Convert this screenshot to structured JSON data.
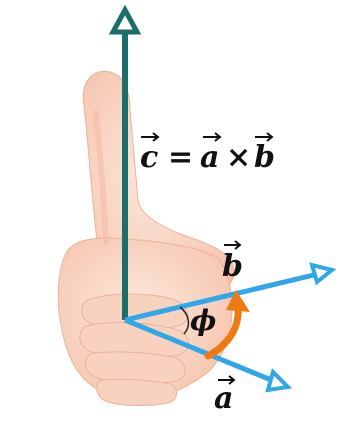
{
  "diagram": {
    "equation": {
      "c": "c",
      "eq": "=",
      "a": "a",
      "times": "×",
      "b": "b"
    },
    "vector_a_label": "a",
    "vector_b_label": "b",
    "angle_label": "ϕ"
  },
  "colors": {
    "vector_c": "#1b6e6a",
    "vector_a_b": "#2fa7e8",
    "rotation_arrow": "#f07a12",
    "skin_light": "#fde2d4",
    "skin_mid": "#f7c8b2",
    "skin_shadow": "#ecab90",
    "text": "#111111"
  },
  "icons": {
    "vector_arrowheads": "open-triangle-arrowhead",
    "rotation": "curved-orange-arrow"
  }
}
